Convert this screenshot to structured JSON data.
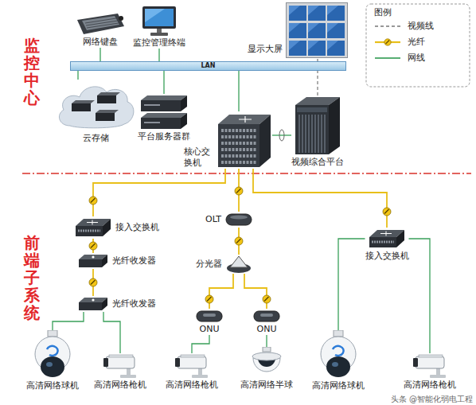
{
  "diagram": {
    "nodes": [
      {
        "text": [
          "网络键盘"
        ]
      },
      {
        "text": [
          "监控管理终端"
        ]
      },
      {
        "text": [
          "显示大屏"
        ]
      },
      {
        "text": [
          "LAN"
        ]
      },
      {
        "text": [
          "云存储"
        ]
      },
      {
        "text": [
          "平台服务器群"
        ]
      },
      {
        "text": [
          "核心交换机"
        ]
      },
      {
        "text": [
          "视频综合平台"
        ]
      },
      {
        "text": [
          "接入交换机"
        ]
      },
      {
        "text": [
          "OLT"
        ]
      },
      {
        "text": [
          "接入交换机"
        ]
      },
      {
        "text": [
          "光纤收发器"
        ]
      },
      {
        "text": [
          "分光器"
        ]
      },
      {
        "text": [
          "光纤收发器"
        ]
      },
      {
        "text": [
          "ONU"
        ]
      },
      {
        "text": [
          "ONU"
        ]
      },
      {
        "text": [
          "高清网络球机"
        ]
      },
      {
        "text": [
          "高清网络枪机"
        ]
      },
      {
        "text": [
          "高清网络枪机"
        ]
      },
      {
        "text": [
          "高清网络半球"
        ]
      },
      {
        "text": [
          "高清网络球机"
        ]
      },
      {
        "text": [
          "高清网络枪机"
        ]
      }
    ],
    "edges": [
      {
        "from": 0,
        "to": 3,
        "arrow": "none"
      },
      {
        "from": 1,
        "to": 3,
        "arrow": "none"
      },
      {
        "from": 4,
        "to": 3,
        "arrow": "none"
      },
      {
        "from": 5,
        "to": 3,
        "arrow": "none"
      },
      {
        "from": 6,
        "to": 3,
        "arrow": "none"
      },
      {
        "from": 6,
        "to": 7,
        "arrow": "none"
      },
      {
        "from": 7,
        "to": 2,
        "arrow": "none"
      },
      {
        "from": 6,
        "to": 8,
        "arrow": "none"
      },
      {
        "from": 6,
        "to": 9,
        "arrow": "none"
      },
      {
        "from": 6,
        "to": 10,
        "arrow": "none"
      },
      {
        "from": 8,
        "to": 11,
        "arrow": "none"
      },
      {
        "from": 11,
        "to": 13,
        "arrow": "none"
      },
      {
        "from": 13,
        "to": 16,
        "arrow": "none"
      },
      {
        "from": 13,
        "to": 17,
        "arrow": "none"
      },
      {
        "from": 9,
        "to": 12,
        "arrow": "none"
      },
      {
        "from": 12,
        "to": 14,
        "arrow": "none"
      },
      {
        "from": 12,
        "to": 15,
        "arrow": "none"
      },
      {
        "from": 14,
        "to": 18,
        "arrow": "none"
      },
      {
        "from": 15,
        "to": 19,
        "arrow": "none"
      },
      {
        "from": 10,
        "to": 20,
        "arrow": "none"
      },
      {
        "from": 10,
        "to": 21,
        "arrow": "none"
      }
    ],
    "labels": [
      "监控中心",
      "前端子系统",
      "图例",
      "头条 @智能化弱电工程"
    ],
    "legend": [
      {
        "text": "视频线"
      },
      {
        "text": "光纤"
      },
      {
        "text": "网线"
      }
    ]
  }
}
